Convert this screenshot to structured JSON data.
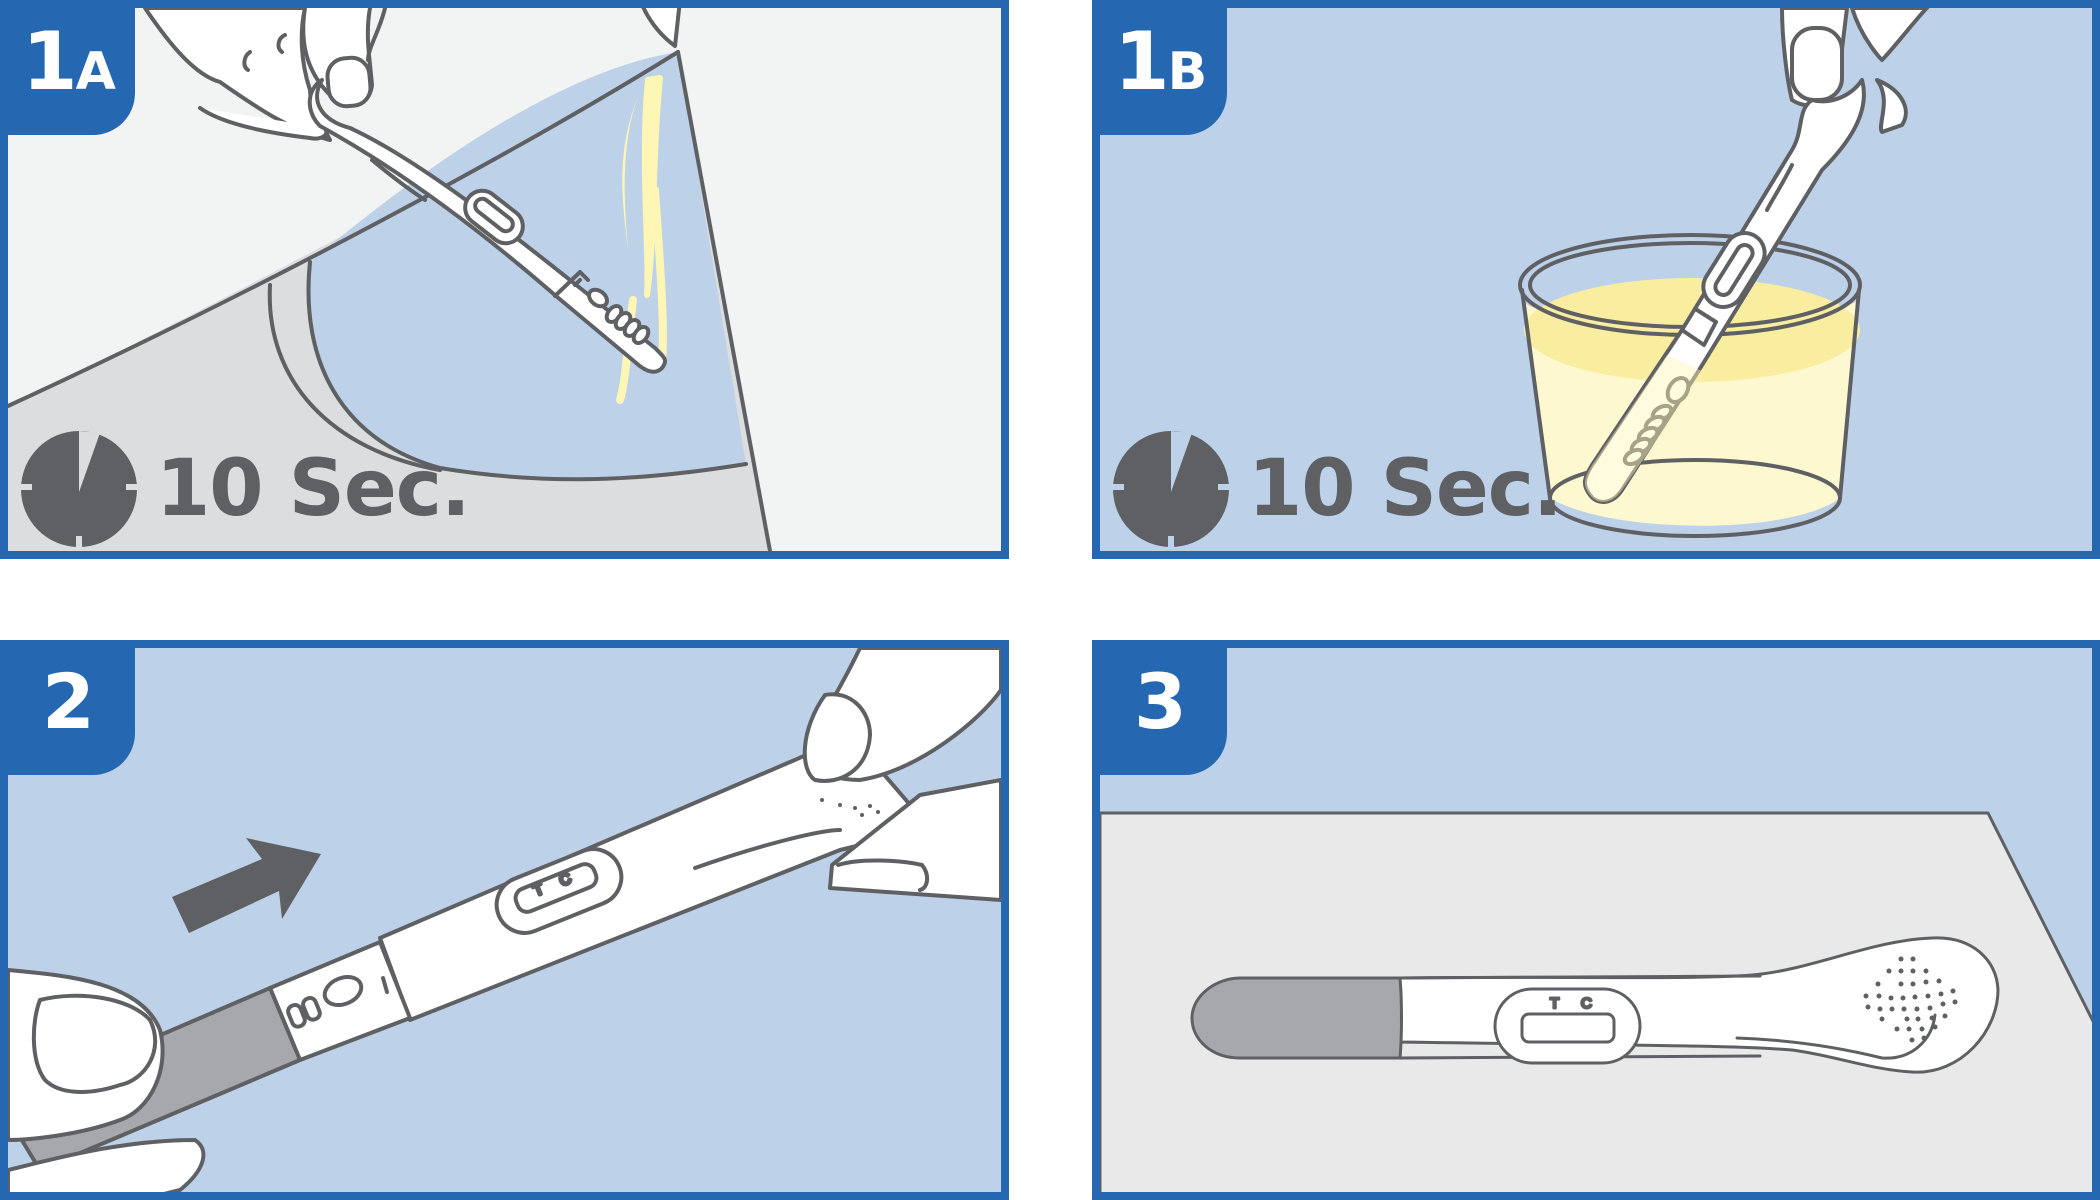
{
  "panels": [
    {
      "id": "1A",
      "badge": {
        "number": "1",
        "letter": "A"
      },
      "timer": {
        "label": "10 Sec."
      },
      "background": "#f2f3f3",
      "scene": "holding test stick in urine stream over toilet"
    },
    {
      "id": "1B",
      "badge": {
        "number": "1",
        "letter": "B"
      },
      "timer": {
        "label": "10 Sec."
      },
      "background": "#bdd1e8",
      "scene": "dipping test stick into cup of urine"
    },
    {
      "id": "2",
      "badge": {
        "number": "2",
        "letter": ""
      },
      "background": "#bdd1e8",
      "scene": "replacing cap on test stick, arrow direction"
    },
    {
      "id": "3",
      "badge": {
        "number": "3",
        "letter": ""
      },
      "background": "#bdd1e8",
      "scene": "test stick lying flat on surface"
    }
  ],
  "test_window": {
    "t_label": "T",
    "c_label": "C"
  },
  "colors": {
    "brand_blue": "#2567b0",
    "panel_light_blue": "#bdd1e8",
    "outline_gray": "#5f6064",
    "cap_gray": "#a7a8ab",
    "urine_yellow": "#fdf6b5",
    "urine_dark": "#f9ee9f",
    "floor_gray": "#dcdddf",
    "table_gray": "#e9e9e9"
  },
  "icons": {
    "timer": "clock-icon",
    "direction": "arrow-right-up-icon"
  }
}
